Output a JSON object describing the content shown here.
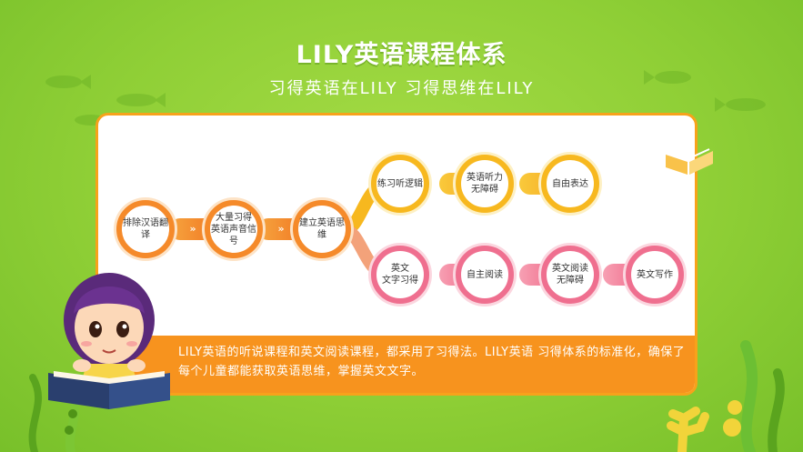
{
  "header": {
    "title": "LILY英语课程体系",
    "subtitle": "习得英语在LILY  习得思维在LILY"
  },
  "flow": {
    "main": [
      {
        "label": "排除汉语翻译"
      },
      {
        "label": "大量习得\n英语声音信号"
      },
      {
        "label": "建立英语思维"
      }
    ],
    "upper": [
      {
        "label": "练习听逻辑"
      },
      {
        "label": "英语听力\n无障碍"
      },
      {
        "label": "自由表达"
      }
    ],
    "lower": [
      {
        "label": "英文\n文字习得"
      },
      {
        "label": "自主阅读"
      },
      {
        "label": "英文阅读\n无障碍"
      },
      {
        "label": "英文写作"
      }
    ],
    "chevron": "»"
  },
  "footer": {
    "text": "LILY英语的听说课程和英文阅读课程，都采用了习得法。LILY英语 习得体系的标准化，确保了每个儿童都能获取英语思维，掌握英文文字。"
  },
  "colors": {
    "background": "#8fcf36",
    "orange": "#f58a2a",
    "yellow": "#f7b81f",
    "pink": "#ef6f8f",
    "footer": "#f7931e"
  },
  "icons": [
    "book-icon",
    "girl-reading-illustration",
    "seaweed-illustration",
    "fish-silhouette-icon"
  ]
}
